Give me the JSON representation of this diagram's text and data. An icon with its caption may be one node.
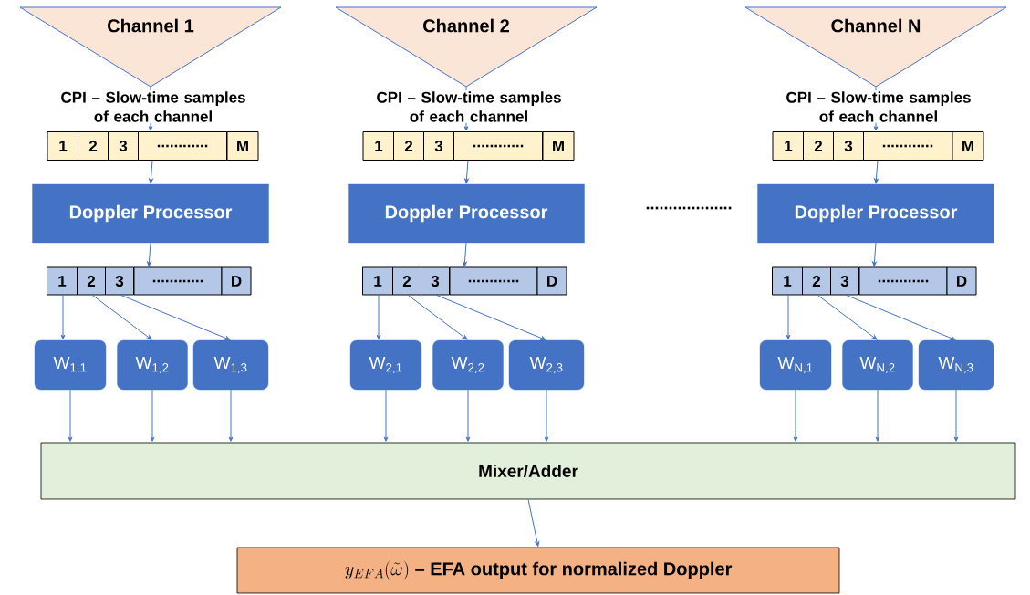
{
  "diagram": {
    "nodes": [
      {
        "text": [
          "Channel 1"
        ]
      },
      {
        "text": [
          "1",
          "2",
          "3",
          "............",
          "M"
        ],
        "beside": [
          "CPI – Slow-time samples of each channel"
        ]
      },
      {
        "text": [
          "Doppler Processor"
        ]
      },
      {
        "text": [
          "1",
          "2",
          "3",
          "............",
          "D"
        ]
      },
      {
        "text": [
          "W$_{1,1}$"
        ]
      },
      {
        "text": [
          "W$_{1,2}$"
        ]
      },
      {
        "text": [
          "W$_{1,3}$"
        ]
      },
      {
        "text": [
          "Channel 2"
        ]
      },
      {
        "text": [
          "1",
          "2",
          "3",
          "............",
          "M"
        ],
        "beside": [
          "CPI – Slow-time samples of each channel"
        ]
      },
      {
        "text": [
          "Doppler Processor"
        ]
      },
      {
        "text": [
          "1",
          "2",
          "3",
          "............",
          "D"
        ]
      },
      {
        "text": [
          "W$_{2,1}$"
        ]
      },
      {
        "text": [
          "W$_{2,2}$"
        ]
      },
      {
        "text": [
          "W$_{2,3}$"
        ]
      },
      {
        "text": [
          "Channel N"
        ]
      },
      {
        "text": [
          "1",
          "2",
          "3",
          "............",
          "M"
        ],
        "beside": [
          "CPI – Slow-time samples of each channel"
        ]
      },
      {
        "text": [
          "Doppler Processor"
        ]
      },
      {
        "text": [
          "1",
          "2",
          "3",
          "............",
          "D"
        ]
      },
      {
        "text": [
          "W$_{N,1}$"
        ]
      },
      {
        "text": [
          "W$_{N,2}$"
        ]
      },
      {
        "text": [
          "W$_{N,3}$"
        ]
      },
      {
        "text": [
          "Mixer/Adder"
        ]
      },
      {
        "text": [
          "y_{EFA}(\\tilde{\\omega})",
          "– EFA output for normalized Doppler"
        ]
      }
    ],
    "edges": [
      {
        "from": 0,
        "to": 1,
        "arrow": "to"
      },
      {
        "from": 1,
        "to": 2,
        "arrow": "to"
      },
      {
        "from": 2,
        "to": 3,
        "arrow": "to"
      },
      {
        "from": 3,
        "to": 4,
        "arrow": "to"
      },
      {
        "from": 3,
        "to": 5,
        "arrow": "to"
      },
      {
        "from": 3,
        "to": 6,
        "arrow": "to"
      },
      {
        "from": 4,
        "to": 21,
        "arrow": "to"
      },
      {
        "from": 5,
        "to": 21,
        "arrow": "to"
      },
      {
        "from": 6,
        "to": 21,
        "arrow": "to"
      },
      {
        "from": 7,
        "to": 8,
        "arrow": "to"
      },
      {
        "from": 8,
        "to": 9,
        "arrow": "to"
      },
      {
        "from": 9,
        "to": 10,
        "arrow": "to"
      },
      {
        "from": 10,
        "to": 11,
        "arrow": "to"
      },
      {
        "from": 10,
        "to": 12,
        "arrow": "to"
      },
      {
        "from": 10,
        "to": 13,
        "arrow": "to"
      },
      {
        "from": 11,
        "to": 21,
        "arrow": "to"
      },
      {
        "from": 12,
        "to": 21,
        "arrow": "to"
      },
      {
        "from": 13,
        "to": 21,
        "arrow": "to"
      },
      {
        "from": 14,
        "to": 15,
        "arrow": "to"
      },
      {
        "from": 15,
        "to": 16,
        "arrow": "to"
      },
      {
        "from": 16,
        "to": 17,
        "arrow": "to"
      },
      {
        "from": 17,
        "to": 18,
        "arrow": "to"
      },
      {
        "from": 17,
        "to": 19,
        "arrow": "to"
      },
      {
        "from": 17,
        "to": 20,
        "arrow": "to"
      },
      {
        "from": 18,
        "to": 21,
        "arrow": "to"
      },
      {
        "from": 19,
        "to": 21,
        "arrow": "to"
      },
      {
        "from": 20,
        "to": 21,
        "arrow": "to"
      },
      {
        "from": 21,
        "to": 22,
        "arrow": "to"
      }
    ],
    "labels": [
      "..................."
    ]
  }
}
